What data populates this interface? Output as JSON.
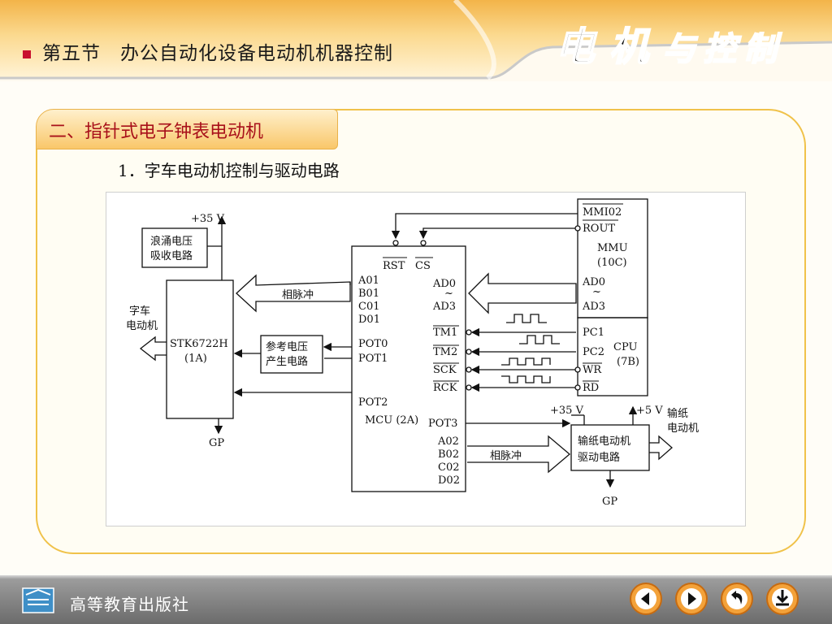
{
  "header": {
    "section_title": "第五节　办公自动化设备电动机机器控制",
    "brand": [
      "电",
      "机",
      "与",
      "控",
      "制"
    ]
  },
  "subsection": {
    "title": "二、指针式电子钟表电动机",
    "item_title": "1．字车电动机控制与驱动电路"
  },
  "diagram": {
    "surge_box": [
      "浪涌电压",
      "吸收电路"
    ],
    "v35_top": "+35 V",
    "char_motor": [
      "字车",
      "电动机"
    ],
    "stk_label": [
      "STK6722H",
      "(1A)"
    ],
    "gp_left": "GP",
    "phase_pulse_1": "相脉冲",
    "ref_box": [
      "参考电压",
      "产生电路"
    ],
    "mcu_left_pins": [
      "A01",
      "B01",
      "C01",
      "D01",
      "POT0",
      "POT1",
      "POT2"
    ],
    "mcu_top_pins": [
      "RST",
      "CS"
    ],
    "mcu_right_pins": [
      "AD0",
      "~",
      "AD3",
      "TM1",
      "TM2",
      "SCK",
      "RCK"
    ],
    "mcu_label": "MCU (2A)",
    "mcu_lower_pins": [
      "POT3",
      "A02",
      "B02",
      "C02",
      "D02"
    ],
    "mmu_pins": [
      "MMI02",
      "ROUT",
      "AD0",
      "~",
      "AD3"
    ],
    "mmu_label": [
      "MMU",
      "(10C)"
    ],
    "cpu_pins": [
      "PC1",
      "PC2",
      "WR",
      "RD"
    ],
    "cpu_label": [
      "CPU",
      "(7B)"
    ],
    "v35_right": "+35 V",
    "v5_right": "+5 V",
    "paper_motor": [
      "输纸",
      "电动机"
    ],
    "paper_drive_box": [
      "输纸电动机",
      "驱动电路"
    ],
    "phase_pulse_2": "相脉冲",
    "gp_right": "GP"
  },
  "footer": {
    "publisher": "高等教育出版社"
  },
  "nav": {
    "prev": "prev-icon",
    "next": "next-icon",
    "back": "return-icon",
    "exit": "exit-icon"
  }
}
